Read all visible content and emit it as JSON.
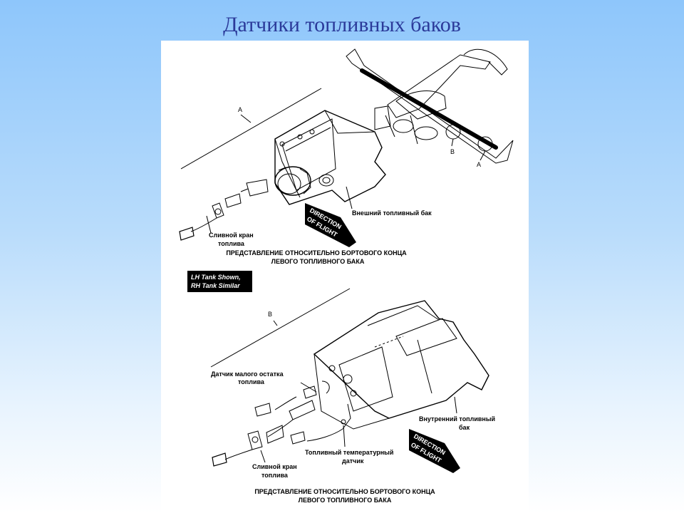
{
  "slide": {
    "title": "Датчики топливных баков"
  },
  "figure": {
    "top_view": {
      "letter": "A",
      "tank_label": "Внешний топливный бак",
      "drain_label_1": "Сливной кран",
      "drain_label_2": "топлива",
      "caption_1": "ПРЕДСТАВЛЕНИЕ ОТНОСИТЕЛЬНО БОРТОВОГО КОНЦА",
      "caption_2": "ЛЕВОГО ТОПЛИВНОГО БАКА"
    },
    "aircraft": {
      "marker_b": "B",
      "marker_a": "A"
    },
    "direction": {
      "line_1": "DIRECTION",
      "line_2": "OF FLIGHT"
    },
    "note": {
      "line_1": "LH Tank Shown,",
      "line_2": "RH Tank Similar"
    },
    "bottom_view": {
      "letter": "B",
      "low_level_1": "Датчик малого остатка",
      "low_level_2": "топлива",
      "tank_label_1": "Внутренний топливный",
      "tank_label_2": "бак",
      "temp_1": "Топливный температурный",
      "temp_2": "датчик",
      "drain_label_1": "Сливной кран",
      "drain_label_2": "топлива",
      "caption_1": "ПРЕДСТАВЛЕНИЕ ОТНОСИТЕЛЬНО БОРТОВОГО КОНЦА",
      "caption_2": "ЛЕВОГО ТОПЛИВНОГО БАКА"
    }
  }
}
